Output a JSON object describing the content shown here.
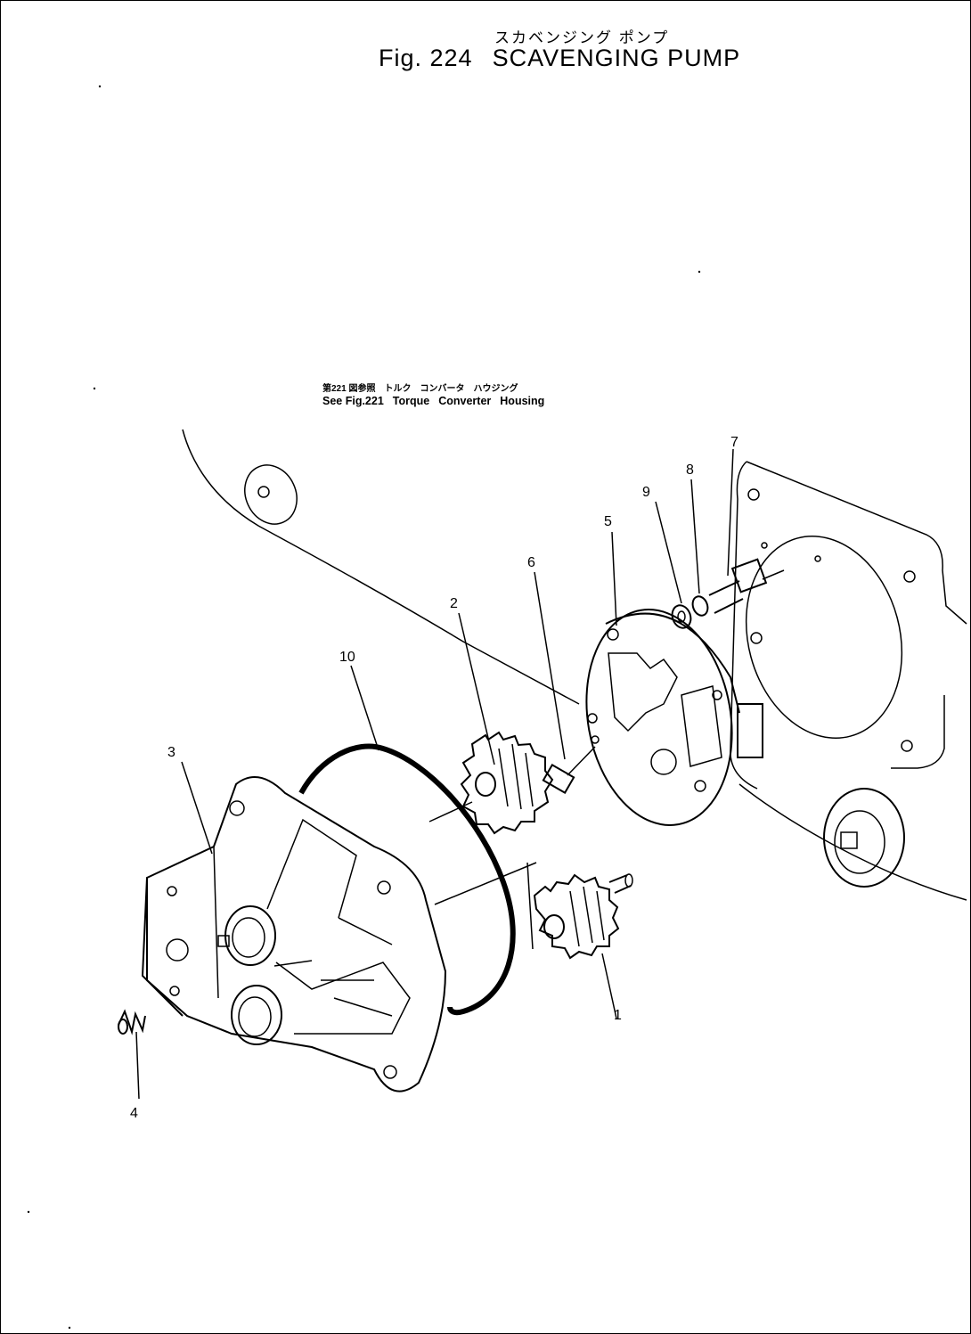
{
  "title": {
    "japanese": "スカベンジング ポンプ",
    "figure": "Fig. 224",
    "name": "SCAVENGING PUMP"
  },
  "reference": {
    "japanese": [
      "第221 図参照",
      "トルク",
      "コンバータ",
      "ハウジング"
    ],
    "english": [
      "See Fig.221",
      "Torque",
      "Converter",
      "Housing"
    ]
  },
  "callouts": [
    "1",
    "2",
    "3",
    "4",
    "5",
    "6",
    "7",
    "8",
    "9",
    "10"
  ]
}
